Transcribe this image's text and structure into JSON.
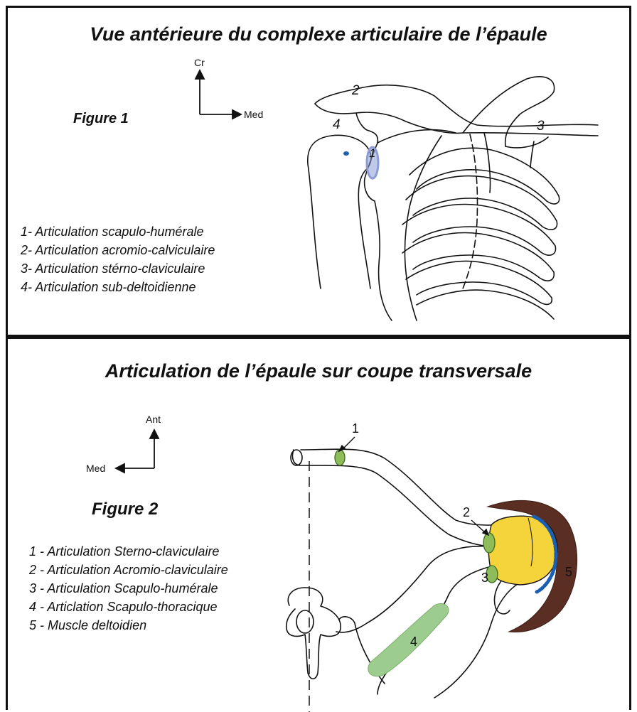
{
  "figure1": {
    "title": "Vue antérieure du complexe articulaire de l’épaule",
    "label": "Figure 1",
    "orientation": {
      "up": "Cr",
      "right": "Med"
    },
    "numbers": [
      "1",
      "2",
      "3",
      "4"
    ],
    "legend": [
      "1- Articulation scapulo-humérale",
      "2- Articulation acromio-calviculaire",
      "3- Articulation stérno-claviculaire",
      "4- Articulation sub-deltoidienne"
    ],
    "highlight_color": "#8c9cd6",
    "dot_color": "#1a5fb4"
  },
  "figure2": {
    "title": "Articulation de l’épaule sur coupe transversale",
    "label": "Figure 2",
    "orientation": {
      "up": "Ant",
      "left": "Med"
    },
    "numbers": [
      "1",
      "2",
      "3",
      "4",
      "5"
    ],
    "legend": [
      "1 - Articulation Sterno-claviculaire",
      "2 - Articulation Acromio-claviculaire",
      "3 - Articulation Scapulo-humérale",
      "4 - Articlation Scapulo-thoracique",
      "5 - Muscle deltoidien"
    ],
    "colors": {
      "joint_green": "#8fbc5a",
      "head_yellow": "#f5d33a",
      "thoracic_green": "#9ccc8e",
      "deltoid_brown": "#5a2e22",
      "labrum_blue": "#1a5fb4"
    }
  }
}
